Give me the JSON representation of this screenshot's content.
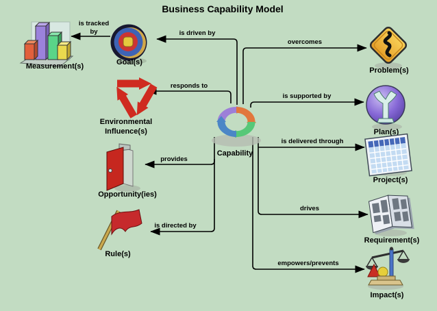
{
  "title": "Business Capability Model",
  "colors": {
    "background": "#c2dcc2",
    "connector": "#000000",
    "capability_label": "#1f1f9e",
    "title": "#000000"
  },
  "center": {
    "label": "Capability",
    "icon": "cycle-arrows-icon"
  },
  "nodes": [
    {
      "id": "measurement",
      "label": "Measurement(s)",
      "icon": "bar-chart-icon"
    },
    {
      "id": "goal",
      "label": "Goal(s)",
      "icon": "target-icon"
    },
    {
      "id": "environmental-influence",
      "label": "Environmental Influence(s)",
      "label_line1": "Environmental",
      "label_line2": "Influence(s)",
      "icon": "recycle-icon"
    },
    {
      "id": "opportunity",
      "label": "Opportunity(ies)",
      "icon": "door-icon"
    },
    {
      "id": "rule",
      "label": "Rule(s)",
      "icon": "flag-icon"
    },
    {
      "id": "problem",
      "label": "Problem(s)",
      "icon": "warning-road-sign-icon"
    },
    {
      "id": "plan",
      "label": "Plan(s)",
      "icon": "tree-globe-icon"
    },
    {
      "id": "project",
      "label": "Project(s)",
      "icon": "schedule-grid-icon"
    },
    {
      "id": "requirement",
      "label": "Requirement(s)",
      "icon": "document-icon"
    },
    {
      "id": "impact",
      "label": "Impact(s)",
      "icon": "scales-icon"
    }
  ],
  "edges": [
    {
      "from": "goal",
      "to": "measurement",
      "label": "is tracked by",
      "label_line1": "is tracked",
      "label_line2": "by"
    },
    {
      "from": "capability",
      "to": "goal",
      "label": "is driven by"
    },
    {
      "from": "capability",
      "to": "environmental-influence",
      "label": "responds to"
    },
    {
      "from": "capability",
      "to": "opportunity",
      "label": "provides"
    },
    {
      "from": "capability",
      "to": "rule",
      "label": "is directed by"
    },
    {
      "from": "capability",
      "to": "problem",
      "label": "overcomes"
    },
    {
      "from": "capability",
      "to": "plan",
      "label": "is supported by"
    },
    {
      "from": "capability",
      "to": "project",
      "label": "is delivered through"
    },
    {
      "from": "capability",
      "to": "requirement",
      "label": "drives"
    },
    {
      "from": "capability",
      "to": "impact",
      "label": "empowers/prevents"
    }
  ]
}
